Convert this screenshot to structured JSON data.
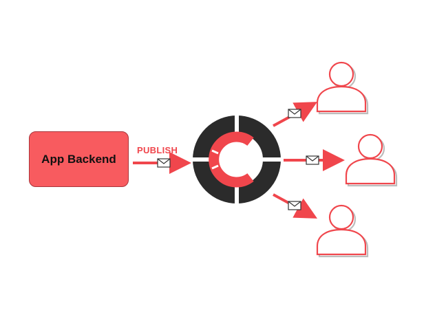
{
  "backend": {
    "label": "App Backend"
  },
  "publish": {
    "label": "PUBLISH"
  },
  "colors": {
    "accent": "#f0464c",
    "box_fill": "#f85b5f",
    "box_border": "#a9343a",
    "hub_dark": "#2b2b2b",
    "subscriber_shadow": "#bcbcbc"
  },
  "icons": {
    "hub": "hub-logo-icon",
    "message": "envelope-icon",
    "subscriber": "user-icon"
  },
  "subscribers": [
    {
      "name": "subscriber-1"
    },
    {
      "name": "subscriber-2"
    },
    {
      "name": "subscriber-3"
    }
  ]
}
